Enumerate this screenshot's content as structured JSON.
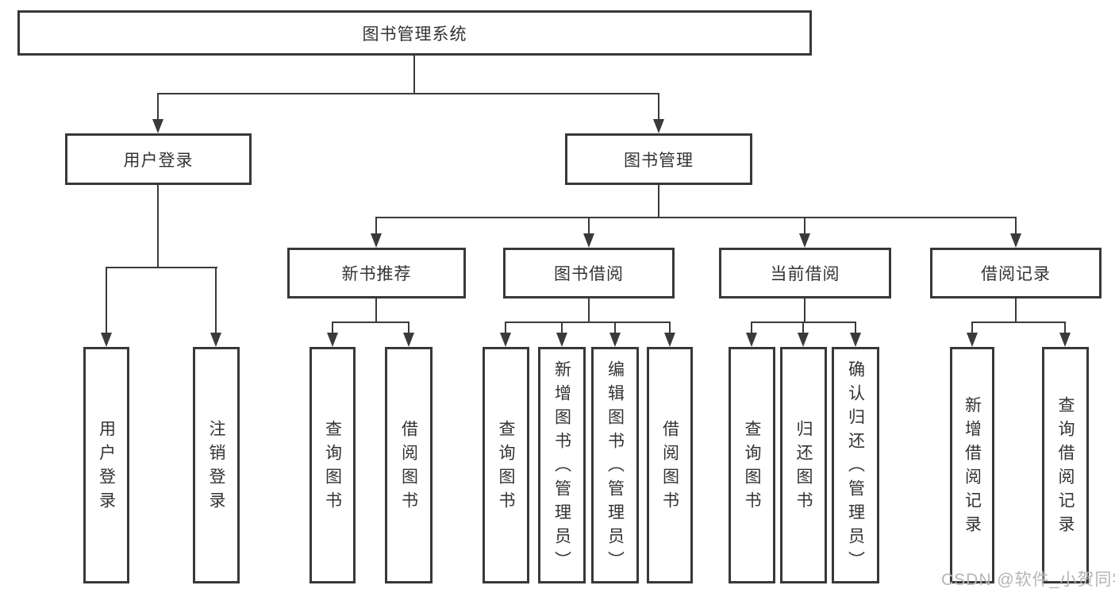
{
  "diagram": {
    "root": {
      "label": "图书管理系统"
    },
    "level2": [
      {
        "label": "用户登录"
      },
      {
        "label": "图书管理"
      }
    ],
    "level3": [
      {
        "label": "新书推荐"
      },
      {
        "label": "图书借阅"
      },
      {
        "label": "当前借阅"
      },
      {
        "label": "借阅记录"
      }
    ],
    "groups": {
      "user_login": [
        {
          "label": "用户登录"
        },
        {
          "label": "注销登录"
        }
      ],
      "new_book": [
        {
          "label": "查询图书"
        },
        {
          "label": "借阅图书"
        }
      ],
      "book_borrow": [
        {
          "label": "查询图书"
        },
        {
          "label": "新增图书（管理员）"
        },
        {
          "label": "编辑图书（管理员）"
        },
        {
          "label": "借阅图书"
        }
      ],
      "current_borrow": [
        {
          "label": "查询图书"
        },
        {
          "label": "归还图书"
        },
        {
          "label": "确认归还（管理员）"
        }
      ],
      "borrow_records": [
        {
          "label": "新增借阅记录"
        },
        {
          "label": "查询借阅记录"
        }
      ]
    }
  },
  "watermark": {
    "text": "CSDN @软件_小贺同学",
    "color": "#b5b5b5"
  },
  "colors": {
    "line": "#3a3a3a",
    "border": "#383838",
    "text": "#333333",
    "background": "#ffffff"
  }
}
